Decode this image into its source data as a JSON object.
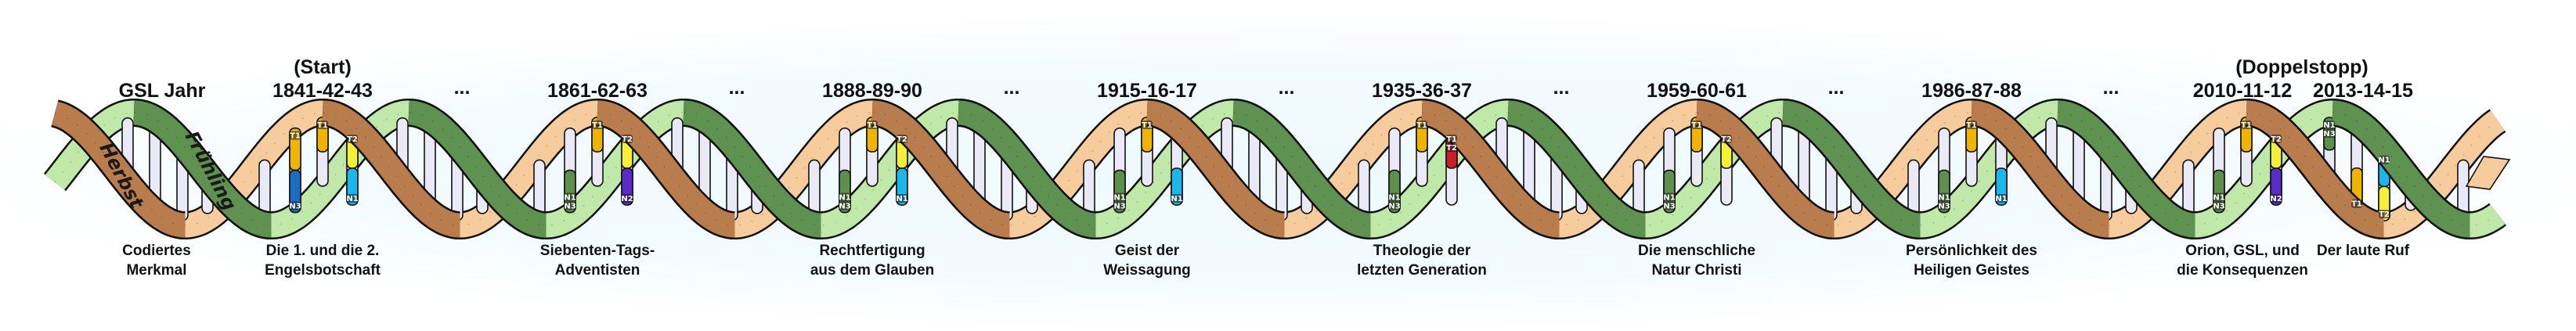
{
  "header": {
    "gsl_year_label": "GSL Jahr",
    "start_note": "(Start)",
    "double_stop_note": "(Doppelstopp)",
    "ellipsis": "..."
  },
  "row_label": {
    "line1": "Codiertes",
    "line2": "Merkmal"
  },
  "strands": {
    "autumn": "Herbst",
    "spring": "Frühling"
  },
  "colors": {
    "brown_front": "#b97c4d",
    "brown_back": "#f7cc9c",
    "green_front": "#5f9150",
    "green_back": "#c0e9a9",
    "rung": "#e9e9f7",
    "T1": "#efb400",
    "T2": "#f6ef3a",
    "N1": "#1cb6ea",
    "N2": "#5a2bc6",
    "N3": "#1b6cc2",
    "N1N3": "#5f8f4c",
    "T1T2": "#c81e2a"
  },
  "columns": [
    {
      "years": "1841-42-43",
      "line1": "Die 1. und die 2.",
      "line2": "Engelsbotschaft",
      "markers": [
        {
          "rung": "a",
          "part": "top",
          "label": "T1",
          "color": "T1"
        },
        {
          "rung": "a",
          "part": "bottom",
          "label": "N3",
          "color": "N3"
        },
        {
          "rung": "b",
          "part": "top",
          "label": "T1",
          "color": "T1"
        },
        {
          "rung": "c",
          "part": "top",
          "label": "T2",
          "color": "T2"
        },
        {
          "rung": "c",
          "part": "bottom",
          "label": "N1",
          "color": "N1"
        }
      ]
    },
    {
      "years": "1861-62-63",
      "line1": "Siebenten-Tags-",
      "line2": "Adventisten",
      "markers": [
        {
          "rung": "a",
          "part": "bottom",
          "label": "N1 N3",
          "color": "N1N3"
        },
        {
          "rung": "b",
          "part": "top",
          "label": "T1",
          "color": "T1"
        },
        {
          "rung": "c",
          "part": "top",
          "label": "T2",
          "color": "T2"
        },
        {
          "rung": "c",
          "part": "bottom",
          "label": "N2",
          "color": "N2"
        }
      ]
    },
    {
      "years": "1888-89-90",
      "line1": "Rechtfertigung",
      "line2": "aus dem Glauben",
      "markers": [
        {
          "rung": "a",
          "part": "bottom",
          "label": "N1 N3",
          "color": "N1N3"
        },
        {
          "rung": "b",
          "part": "top",
          "label": "T1",
          "color": "T1"
        },
        {
          "rung": "c",
          "part": "top",
          "label": "T2",
          "color": "T2"
        },
        {
          "rung": "c",
          "part": "bottom",
          "label": "N1",
          "color": "N1"
        }
      ]
    },
    {
      "years": "1915-16-17",
      "line1": "Geist der",
      "line2": "Weissagung",
      "markers": [
        {
          "rung": "a",
          "part": "bottom",
          "label": "N1 N3",
          "color": "N1N3"
        },
        {
          "rung": "b",
          "part": "top",
          "label": "T1",
          "color": "T1"
        },
        {
          "rung": "c",
          "part": "bottom",
          "label": "N1",
          "color": "N1"
        }
      ]
    },
    {
      "years": "1935-36-37",
      "line1": "Theologie der",
      "line2": "letzten Generation",
      "markers": [
        {
          "rung": "a",
          "part": "bottom",
          "label": "N1 N3",
          "color": "N1N3"
        },
        {
          "rung": "b",
          "part": "top",
          "label": "T1",
          "color": "T1"
        },
        {
          "rung": "c",
          "part": "top",
          "label": "T1 T2",
          "color": "T1T2"
        }
      ]
    },
    {
      "years": "1959-60-61",
      "line1": "Die menschliche",
      "line2": "Natur Christi",
      "markers": [
        {
          "rung": "a",
          "part": "bottom",
          "label": "N1 N3",
          "color": "N1N3"
        },
        {
          "rung": "b",
          "part": "top",
          "label": "T1",
          "color": "T1"
        },
        {
          "rung": "c",
          "part": "top",
          "label": "T2",
          "color": "T2"
        }
      ]
    },
    {
      "years": "1986-87-88",
      "line1": "Persönlichkeit des",
      "line2": "Heiligen Geistes",
      "markers": [
        {
          "rung": "a",
          "part": "bottom",
          "label": "N1 N3",
          "color": "N1N3"
        },
        {
          "rung": "b",
          "part": "top",
          "label": "T1",
          "color": "T1"
        },
        {
          "rung": "c",
          "part": "bottom",
          "label": "N1",
          "color": "N1"
        }
      ]
    },
    {
      "years": "2010-11-12",
      "line1": "Orion, GSL, und",
      "line2": "die Konsequenzen",
      "markers": [
        {
          "rung": "a",
          "part": "bottom",
          "label": "N1 N3",
          "color": "N1N3"
        },
        {
          "rung": "b",
          "part": "top",
          "label": "T1",
          "color": "T1"
        },
        {
          "rung": "c",
          "part": "top",
          "label": "T2",
          "color": "T2"
        },
        {
          "rung": "c",
          "part": "bottom",
          "label": "N2",
          "color": "N2"
        }
      ]
    },
    {
      "years": "2013-14-15",
      "line1": "Der laute Ruf",
      "line2": "",
      "markers": [
        {
          "rung": "a",
          "part": "top",
          "label": "N1 N3",
          "color": "N1N3"
        },
        {
          "rung": "b",
          "part": "bottom",
          "label": "T1",
          "color": "T1"
        },
        {
          "rung": "c",
          "part": "top",
          "label": "N1",
          "color": "N1"
        },
        {
          "rung": "c",
          "part": "bottom",
          "label": "T2",
          "color": "T2"
        }
      ]
    }
  ]
}
